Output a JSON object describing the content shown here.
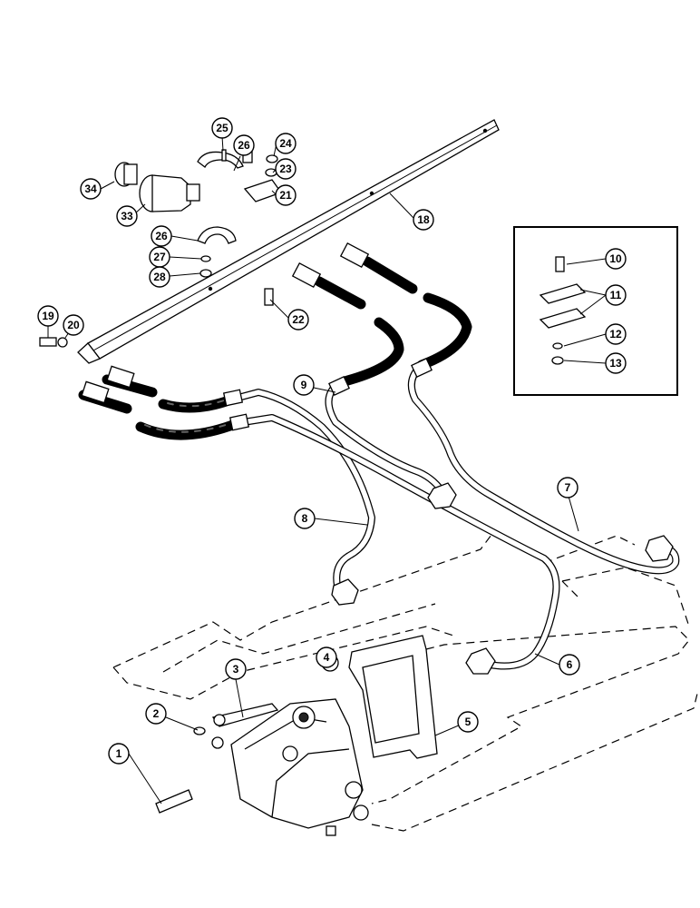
{
  "callouts": {
    "c1": "1",
    "c2": "2",
    "c3": "3",
    "c4": "4",
    "c5": "5",
    "c6": "6",
    "c7": "7",
    "c8": "8",
    "c9": "9",
    "c10": "10",
    "c11": "11",
    "c12": "12",
    "c13": "13",
    "c18": "18",
    "c19": "19",
    "c20": "20",
    "c21": "21",
    "c22": "22",
    "c23": "23",
    "c24": "24",
    "c25": "25",
    "c26a": "26",
    "c26b": "26",
    "c27": "27",
    "c28": "28",
    "c33": "33",
    "c34": "34"
  }
}
